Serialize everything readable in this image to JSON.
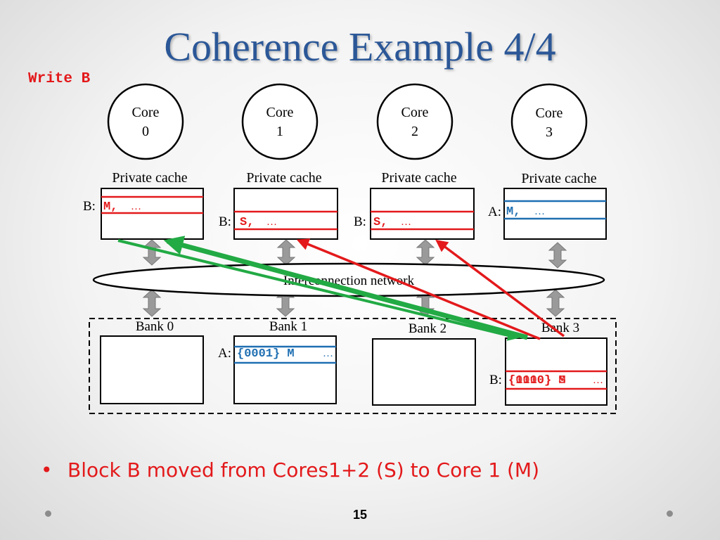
{
  "title": "Coherence Example 4/4",
  "action": "Write B",
  "cores": [
    {
      "line1": "Core",
      "line2": "0"
    },
    {
      "line1": "Core",
      "line2": "1"
    },
    {
      "line1": "Core",
      "line2": "2"
    },
    {
      "line1": "Core",
      "line2": "3"
    }
  ],
  "private_cache_label": "Private cache",
  "caches": [
    {
      "block": "B:",
      "state": "M,",
      "ellipsis": "…",
      "color": "#e3191b"
    },
    {
      "block": "B:",
      "state": "S,",
      "ellipsis": "…",
      "color": "#e3191b"
    },
    {
      "block": "B:",
      "state": "S,",
      "ellipsis": "…",
      "color": "#e3191b"
    },
    {
      "block": "A:",
      "state": "M,",
      "ellipsis": "…",
      "color": "#1f6fb2"
    }
  ],
  "network_label": "Interconnection network",
  "banks": [
    {
      "label": "Bank 0"
    },
    {
      "label": "Bank 1",
      "block": "A:",
      "entry": "{0001} M",
      "ellipsis": "…",
      "color": "#1f6fb2"
    },
    {
      "label": "Bank 2"
    },
    {
      "label": "Bank 3",
      "block": "B:",
      "entry_old": "{0110} S",
      "entry_new": "{1000} M",
      "ellipsis": "…",
      "color": "#e3191b"
    }
  ],
  "bullet": "Block B moved from Cores1+2 (S) to Core 1 (M)",
  "bullet_marker": "•",
  "page_number": "15",
  "colors": {
    "accent_red": "#e3191b",
    "accent_blue": "#1f6fb2",
    "arrow_green": "#22aa44",
    "title_blue": "#2b5797"
  }
}
